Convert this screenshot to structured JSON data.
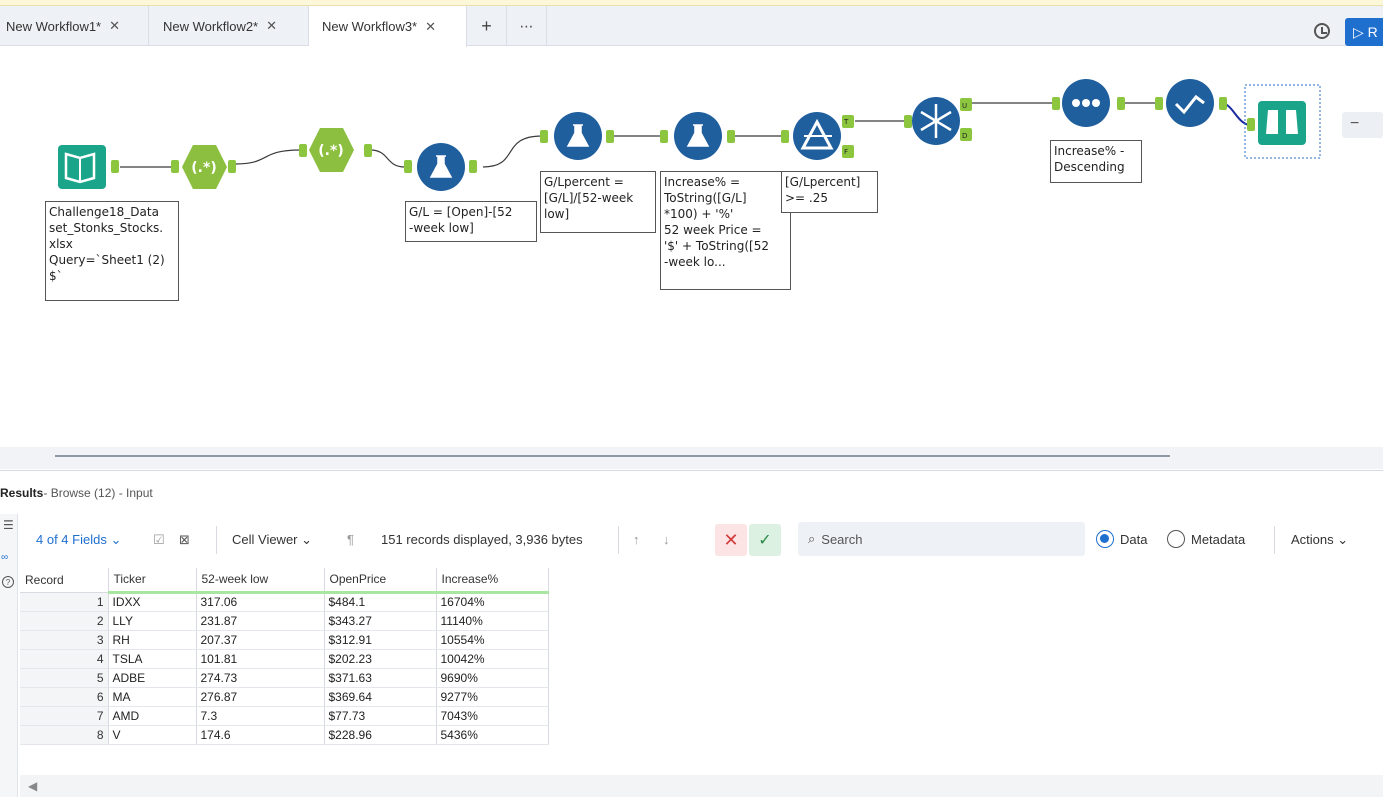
{
  "tabs": [
    {
      "label": "New Workflow1*",
      "active": false
    },
    {
      "label": "New Workflow2*",
      "active": false
    },
    {
      "label": "New Workflow3*",
      "active": true
    }
  ],
  "tab_actions": {
    "add": "+",
    "more": "⋯"
  },
  "run_label": "R",
  "canvas": {
    "zoom_minus": "−",
    "annotations": {
      "input": "Challenge18_Data\nset_Stonks_Stocks.\nxlsx\nQuery=`Sheet1 (2)\n$`",
      "formula1": "G/L = [Open]-[52\n-week low]",
      "formula2": "G/Lpercent =\n[G/L]/[52-week\nlow]",
      "formula3": "Increase% =\nToString([G/L]\n*100) + '%'\n52 week Price =\n'$' + ToString([52\n-week lo...",
      "filter": "[G/Lpercent]\n>= .25",
      "sort": "Increase% -\nDescending"
    },
    "anchors": {
      "true": "T",
      "false": "F",
      "unique": "U",
      "duplicate": "D"
    },
    "regex_label": "(.*)"
  },
  "results": {
    "title": "Results",
    "subtitle": " - Browse (12) - Input",
    "fields_label": "4 of 4 Fields",
    "cell_viewer_label": "Cell Viewer",
    "records_info": "151 records displayed, 3,936 bytes",
    "search_placeholder": "Search",
    "data_label": "Data",
    "metadata_label": "Metadata",
    "actions_label": "Actions",
    "columns": [
      "Record",
      "Ticker",
      "52-week low",
      "OpenPrice",
      "Increase%"
    ],
    "rows": [
      [
        "1",
        "IDXX",
        "317.06",
        "$484.1",
        "16704%"
      ],
      [
        "2",
        "LLY",
        "231.87",
        "$343.27",
        "11140%"
      ],
      [
        "3",
        "RH",
        "207.37",
        "$312.91",
        "10554%"
      ],
      [
        "4",
        "TSLA",
        "101.81",
        "$202.23",
        "10042%"
      ],
      [
        "5",
        "ADBE",
        "274.73",
        "$371.63",
        "9690%"
      ],
      [
        "6",
        "MA",
        "276.87",
        "$369.64",
        "9277%"
      ],
      [
        "7",
        "AMD",
        "7.3",
        "$77.73",
        "7043%"
      ],
      [
        "8",
        "V",
        "174.6",
        "$228.96",
        "5436%"
      ]
    ]
  },
  "colors": {
    "input_tool": "#1aa58a",
    "parse_tool": "#8cbf3f",
    "prep_tool": "#1f5f9e",
    "connector": "#8cc63f",
    "accent": "#1f6fcf"
  }
}
